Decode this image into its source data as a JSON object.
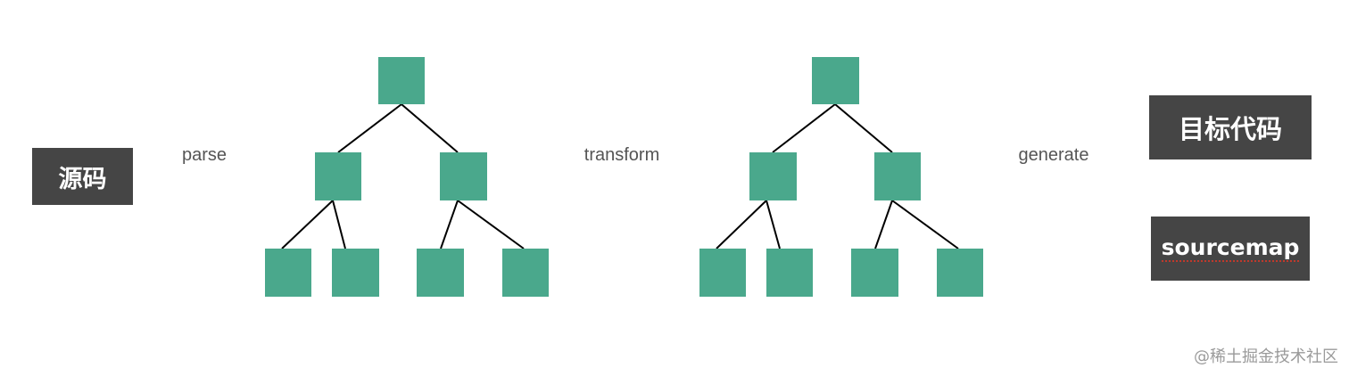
{
  "nodes": {
    "source": "源码",
    "target": "目标代码",
    "sourcemap": "sourcemap"
  },
  "steps": {
    "parse": "parse",
    "transform": "transform",
    "generate": "generate"
  },
  "watermark": "@稀土掘金技术社区",
  "colors": {
    "tree_node": "#4aa88c",
    "dark_box": "#454545",
    "step_line": "#d9573f",
    "edge": "#000000"
  }
}
